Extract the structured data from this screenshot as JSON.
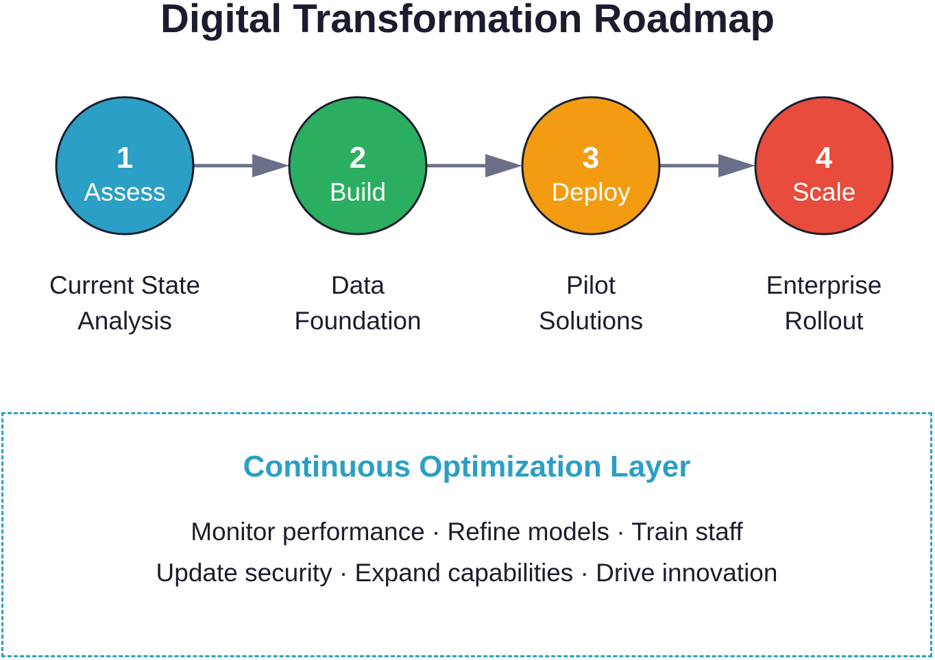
{
  "title": "Digital Transformation Roadmap",
  "colors": {
    "assess": "#2b9fc5",
    "build": "#2bae60",
    "deploy": "#f39c12",
    "scale": "#e74c3c",
    "arrow": "#6b7088",
    "outline": "#1a1d2e",
    "layer_accent": "#2b9fc5"
  },
  "steps": [
    {
      "number": "1",
      "name": "Assess",
      "desc_line1": "Current State",
      "desc_line2": "Analysis",
      "color": "#2b9fc5"
    },
    {
      "number": "2",
      "name": "Build",
      "desc_line1": "Data",
      "desc_line2": "Foundation",
      "color": "#2bae60"
    },
    {
      "number": "3",
      "name": "Deploy",
      "desc_line1": "Pilot",
      "desc_line2": "Solutions",
      "color": "#f39c12"
    },
    {
      "number": "4",
      "name": "Scale",
      "desc_line1": "Enterprise",
      "desc_line2": "Rollout",
      "color": "#e74c3c"
    }
  ],
  "layer": {
    "title": "Continuous Optimization Layer",
    "line1": "Monitor performance · Refine models · Train staff",
    "line2": "Update security · Expand capabilities · Drive innovation"
  }
}
